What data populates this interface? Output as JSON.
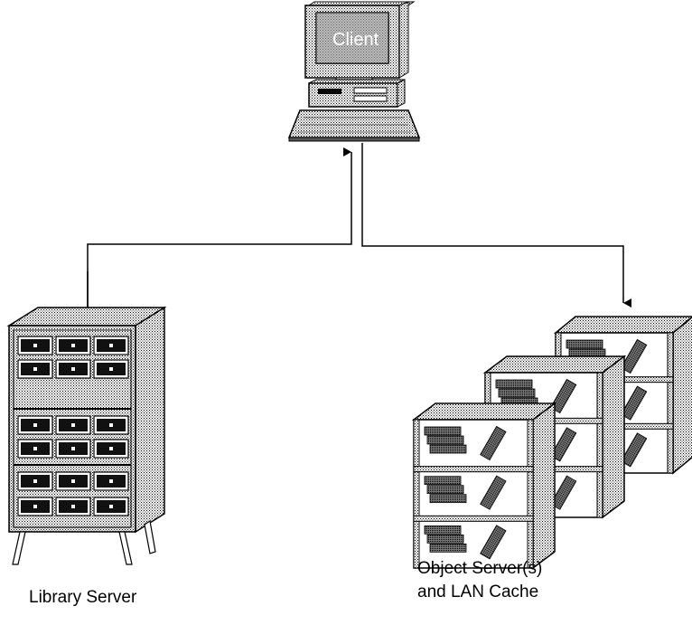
{
  "client": {
    "label": "Client"
  },
  "library_server": {
    "label": "Library Server"
  },
  "object_server": {
    "line1": "Object Server(s)",
    "line2": "and LAN Cache"
  },
  "colors": {
    "stroke": "#000000",
    "shade": "#bdbdbd",
    "background": "#ffffff"
  }
}
